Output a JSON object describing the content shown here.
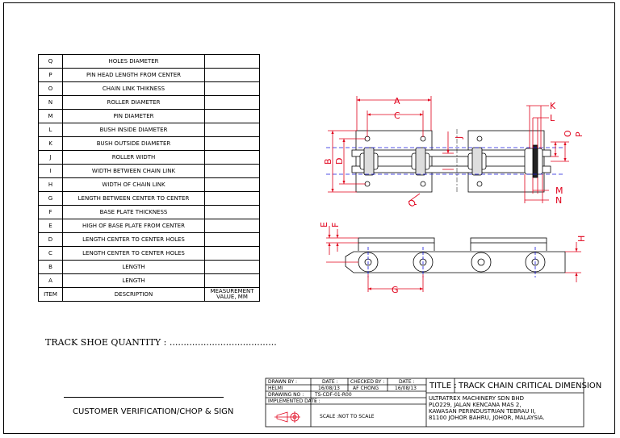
{
  "table": {
    "rows": [
      {
        "item": "Q",
        "description": "HOLES DIAMETER"
      },
      {
        "item": "P",
        "description": "PIN HEAD LENGTH FROM CENTER"
      },
      {
        "item": "O",
        "description": "CHAIN LINK THIKNESS"
      },
      {
        "item": "N",
        "description": "ROLLER DIAMETER"
      },
      {
        "item": "M",
        "description": "PIN DIAMETER"
      },
      {
        "item": "L",
        "description": "BUSH INSIDE DIAMETER"
      },
      {
        "item": "K",
        "description": "BUSH OUTSIDE DIAMETER"
      },
      {
        "item": "J",
        "description": "ROLLER WIDTH"
      },
      {
        "item": "I",
        "description": "WIDTH BETWEEN CHAIN LINK"
      },
      {
        "item": "H",
        "description": "WIDTH OF CHAIN LINK"
      },
      {
        "item": "G",
        "description": "LENGTH BETWEEN CENTER TO CENTER"
      },
      {
        "item": "F",
        "description": "BASE PLATE THICKNESS"
      },
      {
        "item": "E",
        "description": "HIGH OF BASE PLATE FROM CENTER"
      },
      {
        "item": "D",
        "description": "LENGTH CENTER TO CENTER HOLES"
      },
      {
        "item": "C",
        "description": "LENGTH CENTER TO CENTER HOLES"
      },
      {
        "item": "B",
        "description": "LENGTH"
      },
      {
        "item": "A",
        "description": "LENGTH"
      }
    ],
    "header": {
      "item": "ITEM",
      "description": "DESCRIPTION",
      "value_line1": "MEASUREMENT",
      "value_line2": "VALUE, MM"
    }
  },
  "quantity_label": "TRACK SHOE QUANTITY : ......................................",
  "verification_label": "CUSTOMER VERIFICATION/CHOP & SIGN",
  "title_block": {
    "drawn_by_label": "DRAWN BY :",
    "drawn_by": "HELMI",
    "date_label": "DATE :",
    "drawn_date": "16/08/13",
    "checked_by_label": "CHECKED BY :",
    "checked_by": "AF CHONG",
    "date2_label": "DATE :",
    "checked_date": "16/08/13",
    "drawing_no_label": "DRAWING NO :",
    "drawing_no": "TS-CDF-01-R00",
    "implemented_label": "IMPLEMENTED DATE :",
    "implemented_date": "-",
    "scale": "SCALE :NOT TO SCALE",
    "title_label": "TITLE :",
    "title": "TRACK CHAIN CRITICAL DIMENSION",
    "company": "ULTRATREX MACHINERY SDN BHD",
    "address1": "PLO229, JALAN KENCANA MAS 2,",
    "address2": "KAWASAN PERINDUSTRIAN TEBRAU II,",
    "address3": "81100 JOHOR BAHRU, JOHOR, MALAYSIA."
  },
  "dimension_labels": {
    "A": "A",
    "B": "B",
    "C": "C",
    "D": "D",
    "E": "E",
    "F": "F",
    "G": "G",
    "H": "H",
    "J": "J",
    "K": "K",
    "L": "L",
    "M": "M",
    "N": "N",
    "O": "O",
    "P": "P",
    "Q": "Q"
  },
  "colors": {
    "dimension": "#e0001a",
    "hidden_line": "#1a1adc",
    "line": "#000000"
  }
}
